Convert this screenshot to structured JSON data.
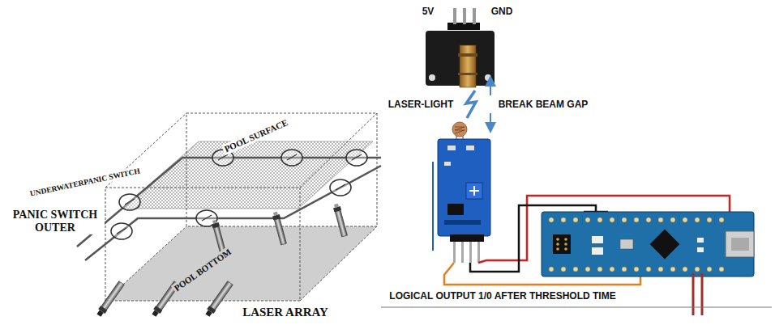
{
  "diagram": {
    "labels": [
      "5V",
      "GND",
      "LASER-LIGHT",
      "BREAK BEAM GAP",
      "UNDERWATERPANIC SWITCH",
      "POOL SURFACE",
      "PANIC SWITCH OUTER",
      "POOL BOTTOM",
      "LASER ARRAY",
      "LOGICAL OUTPUT 1/0 AFTER THRESHOLD TIME"
    ]
  }
}
